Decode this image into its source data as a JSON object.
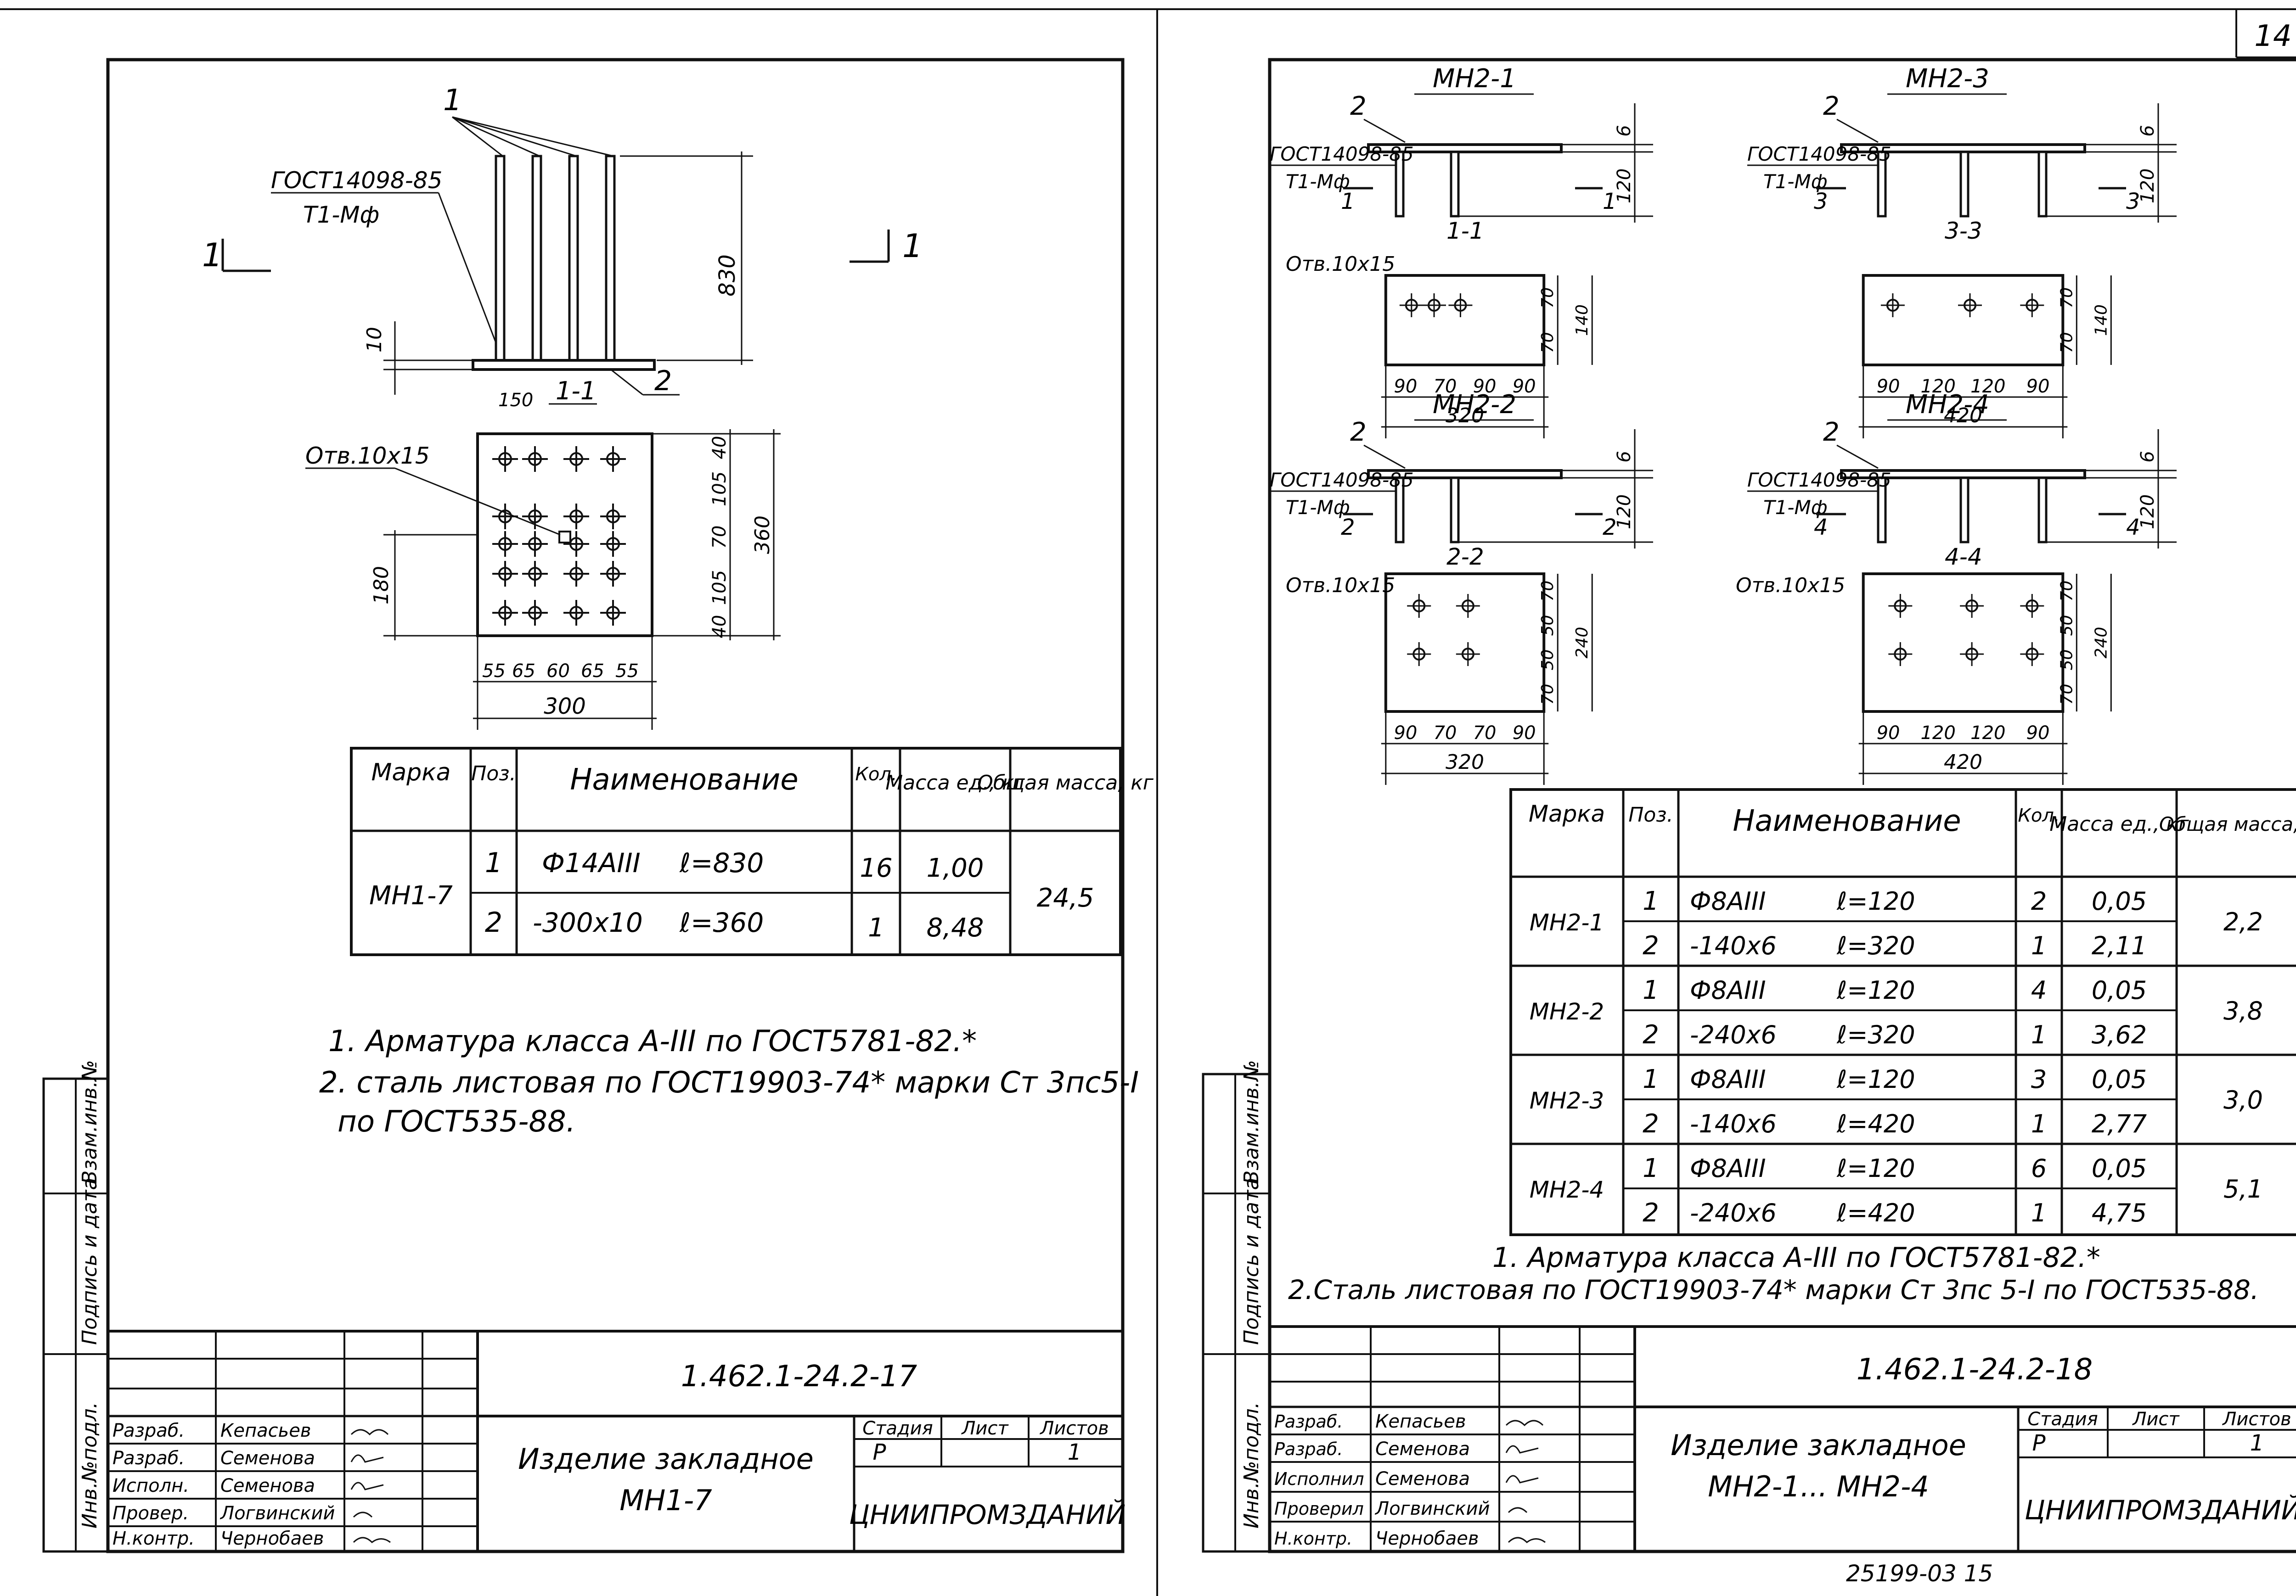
{
  "corner_page_number": "14",
  "left": {
    "drawing": {
      "label_pos1": "1",
      "label_pos2": "2",
      "gost_weld": "ГОСТ14098-85",
      "weld_type": "Т1-Мф",
      "section_mark": "1",
      "section_title": "1-1",
      "dim_height": "830",
      "dim_thickness": "10",
      "dim_150": "150",
      "hole_label": "Отв.10х15",
      "dim_180": "180",
      "dim_360": "360",
      "dims_right": [
        "40",
        "105",
        "70",
        "105",
        "40"
      ],
      "dims_bottom": [
        "55",
        "65",
        "60",
        "65",
        "55"
      ],
      "dim_width": "300"
    },
    "spec": {
      "headers": {
        "mark": "Марка",
        "pos": "Поз.",
        "name": "Наименование",
        "qty": "Кол.",
        "mass_unit": "Масса ед., кг",
        "mass_total": "Общая масса, кг"
      },
      "rows": [
        {
          "mark": "МН1-7",
          "total": "24,5",
          "items": [
            {
              "pos": "1",
              "name": "Ф14АIII",
              "len": "ℓ=830",
              "qty": "16",
              "mass": "1,00"
            },
            {
              "pos": "2",
              "name": "-300х10",
              "len": "ℓ=360",
              "qty": "1",
              "mass": "8,48"
            }
          ]
        }
      ]
    },
    "notes": [
      "1. Арматура класса А-III по ГОСТ5781-82.*",
      "2. сталь листовая по ГОСТ19903-74* марки Ст 3пс5-I",
      "по ГОСТ535-88."
    ],
    "title_block": {
      "code": "1.462.1-24.2-17",
      "title_line1": "Изделие закладное",
      "title_line2": "МН1-7",
      "stage_label": "Стадия",
      "sheet_label": "Лист",
      "sheets_label": "Листов",
      "stage": "Р",
      "sheets": "1",
      "org": "ЦНИИПРОМЗДАНИЙ",
      "roles": [
        "Разраб.",
        "Разраб.",
        "Исполн.",
        "Провер.",
        "Н.контр."
      ],
      "names": [
        "Кепасьев",
        "Семенова",
        "Семенова",
        "Логвинский",
        "Чернобаев"
      ]
    },
    "side_stamp": [
      "Инв.№подл.",
      "Подпись и дата",
      "Взам.инв.№"
    ]
  },
  "right": {
    "views": [
      {
        "mark": "МН2-1",
        "section": "1-1",
        "sec_no": "1",
        "dims_bottom": [
          "90",
          "70",
          "90",
          "90"
        ],
        "width": "320",
        "dims_side": [
          "70",
          "70",
          "140"
        ],
        "height": "120",
        "thick": "6"
      },
      {
        "mark": "МН2-3",
        "section": "3-3",
        "sec_no": "3",
        "dims_bottom": [
          "90",
          "120",
          "120",
          "90"
        ],
        "width": "420",
        "dims_side": [
          "70",
          "70",
          "140"
        ],
        "height": "120",
        "thick": "6"
      },
      {
        "mark": "МН2-2",
        "section": "2-2",
        "sec_no": "2",
        "dims_bottom": [
          "90",
          "70",
          "70",
          "90"
        ],
        "width": "320",
        "dims_side": [
          "70",
          "50",
          "50",
          "70",
          "240"
        ],
        "height": "120",
        "thick": "6"
      },
      {
        "mark": "МН2-4",
        "section": "4-4",
        "sec_no": "4",
        "dims_bottom": [
          "90",
          "120",
          "120",
          "90"
        ],
        "width": "420",
        "dims_side": [
          "70",
          "50",
          "50",
          "70",
          "240"
        ],
        "height": "120",
        "thick": "6"
      }
    ],
    "label_pos2": "2",
    "gost_weld": "ГОСТ14098-85",
    "weld_type": "Т1-Мф",
    "hole_label": "Отв.10х15",
    "spec": {
      "headers": {
        "mark": "Марка",
        "pos": "Поз.",
        "name": "Наименование",
        "qty": "Кол.",
        "mass_unit": "Масса ед., кг",
        "mass_total": "Общая масса, кг"
      },
      "rows": [
        {
          "mark": "МН2-1",
          "total": "2,2",
          "items": [
            {
              "pos": "1",
              "name": "Ф8АIII",
              "len": "ℓ=120",
              "qty": "2",
              "mass": "0,05"
            },
            {
              "pos": "2",
              "name": "-140х6",
              "len": "ℓ=320",
              "qty": "1",
              "mass": "2,11"
            }
          ]
        },
        {
          "mark": "МН2-2",
          "total": "3,8",
          "items": [
            {
              "pos": "1",
              "name": "Ф8АIII",
              "len": "ℓ=120",
              "qty": "4",
              "mass": "0,05"
            },
            {
              "pos": "2",
              "name": "-240х6",
              "len": "ℓ=320",
              "qty": "1",
              "mass": "3,62"
            }
          ]
        },
        {
          "mark": "МН2-3",
          "total": "3,0",
          "items": [
            {
              "pos": "1",
              "name": "Ф8АIII",
              "len": "ℓ=120",
              "qty": "3",
              "mass": "0,05"
            },
            {
              "pos": "2",
              "name": "-140х6",
              "len": "ℓ=420",
              "qty": "1",
              "mass": "2,77"
            }
          ]
        },
        {
          "mark": "МН2-4",
          "total": "5,1",
          "items": [
            {
              "pos": "1",
              "name": "Ф8АIII",
              "len": "ℓ=120",
              "qty": "6",
              "mass": "0,05"
            },
            {
              "pos": "2",
              "name": "-240х6",
              "len": "ℓ=420",
              "qty": "1",
              "mass": "4,75"
            }
          ]
        }
      ]
    },
    "notes": [
      "1. Арматура класса А-III по ГОСТ5781-82.*",
      "2.Сталь листовая по ГОСТ19903-74* марки Ст 3пс 5-I по ГОСТ535-88."
    ],
    "title_block": {
      "code": "1.462.1-24.2-18",
      "title_line1": "Изделие закладное",
      "title_line2": "МН2-1... МН2-4",
      "stage_label": "Стадия",
      "sheet_label": "Лист",
      "sheets_label": "Листов",
      "stage": "Р",
      "sheets": "1",
      "org": "ЦНИИПРОМЗДАНИЙ",
      "roles": [
        "Разраб.",
        "Разраб.",
        "Исполнил",
        "Проверил",
        "Н.контр."
      ],
      "names": [
        "Кепасьев",
        "Семенова",
        "Семенова",
        "Логвинский",
        "Чернобаев"
      ]
    },
    "side_stamp": [
      "Инв.№подл.",
      "Подпись и дата",
      "Взам.инв.№"
    ]
  },
  "bottom_stamp": "25199-03 15"
}
